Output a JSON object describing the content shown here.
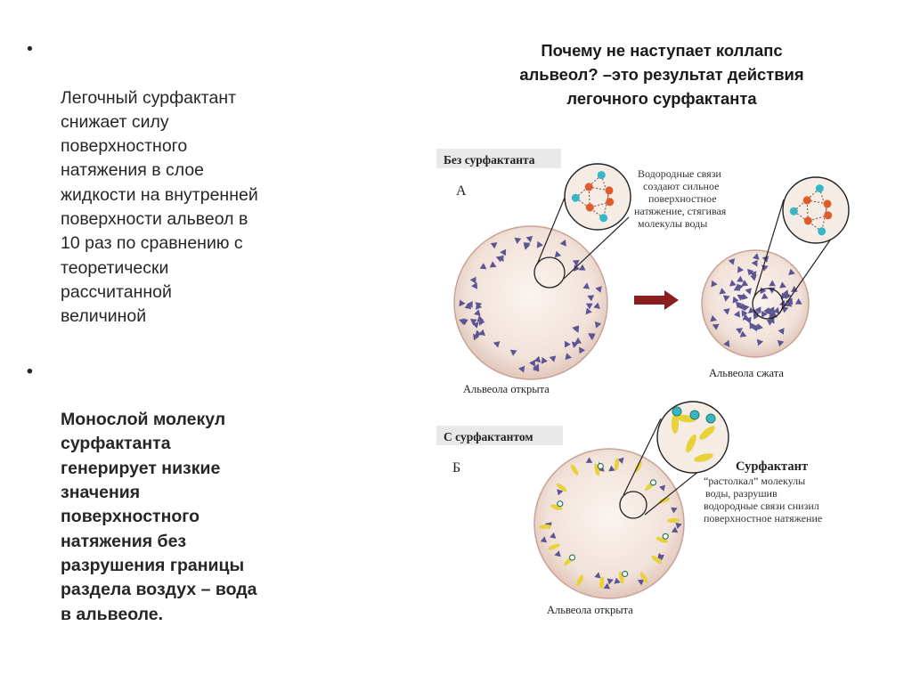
{
  "left_text": {
    "bullet_symbol": "•",
    "bullet1": "Легочный сурфактант\nснижает силу\nповерхностного\nнатяжения в слое\nжидкости на внутренней\nповерхности альвеол в\n10 раз по сравнению с\nтеоретически\nрассчитанной\nвеличиной",
    "bullet2": "Монослой  молекул\nсурфактанта\nгенерирует низкие\nзначения\nповерхностного\nнатяжения без\nразрушения границы\nраздела воздух – вода\nв альвеоле."
  },
  "title": "Почему не наступает коллапс\nальвеол? –это результат действия\nлегочного сурфактанта",
  "figure": {
    "panel_a": {
      "header": "Без сурфактанта",
      "letter": "А",
      "note": [
        "Водородные связи",
        "создают сильное",
        "поверхностное",
        "натяжение, стягивая",
        "молекулы воды"
      ],
      "label_open": "Альвеола открыта",
      "label_collapsed": "Альвеола сжата"
    },
    "panel_b": {
      "header": "С сурфактантом",
      "letter": "Б",
      "note_title": "Сурфактант",
      "note": [
        "“растолкал” молекулы",
        "воды, разрушив",
        "водородные связи снизил",
        "поверхностное натяжение"
      ],
      "label_open": "Альвеола открыта"
    },
    "colors": {
      "alveolus_fill": "#f3e4dc",
      "alveolus_stroke": "#c9a396",
      "water_triangle": "#5d5494",
      "arrow": "#8b1e1e",
      "surfactant": "#e8d23a",
      "hydrogen": "#35b6c9",
      "oxygen": "#e05a2a"
    }
  }
}
